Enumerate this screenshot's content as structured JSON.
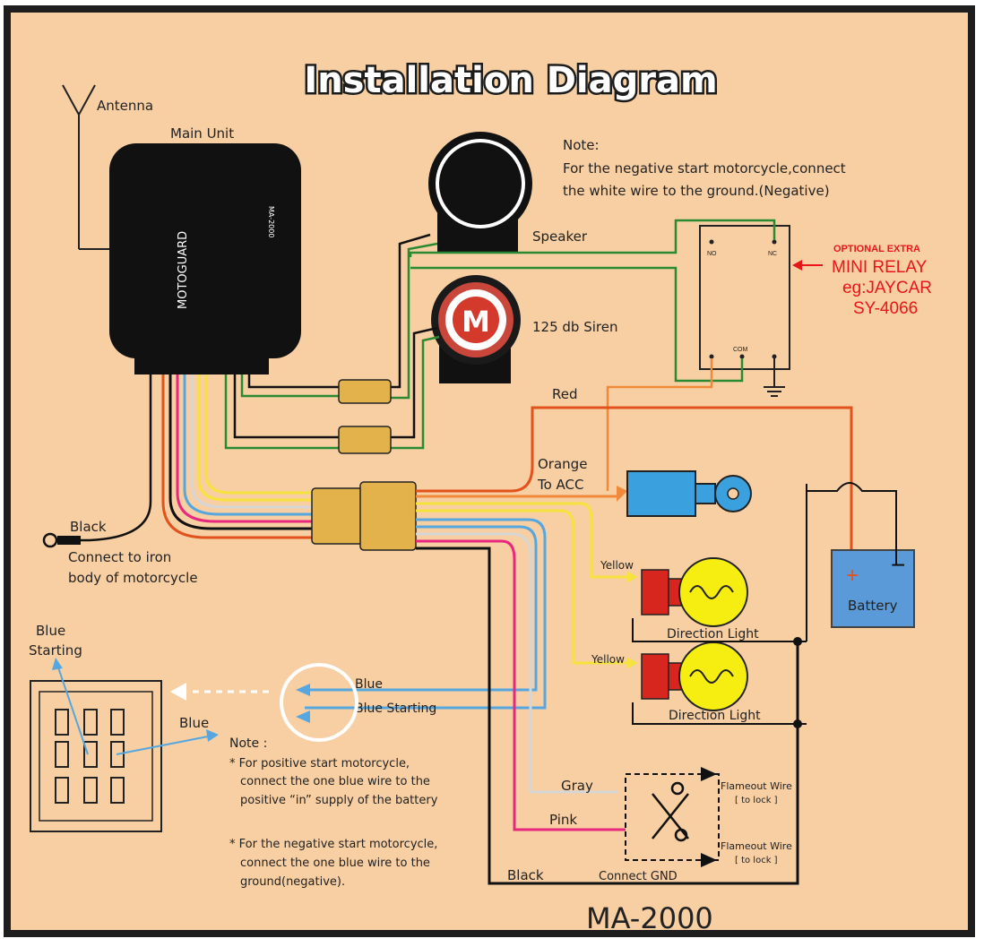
{
  "title": "Installation Diagram",
  "model": "MA-2000",
  "antenna_label": "Antenna",
  "main_unit": {
    "label": "Main Unit",
    "brand": "MOTOGUARD",
    "model_small": "MA-2000"
  },
  "speaker_label": "Speaker",
  "siren_label": "125 db Siren",
  "siren_logo": "M",
  "note_top": {
    "heading": "Note:",
    "line1": "For the negative start motorcycle,connect",
    "line2": "the white wire to the ground.(Negative)"
  },
  "relay": {
    "optional": "OPTIONAL EXTRA",
    "name": "MINI RELAY",
    "example1": "eg:JAYCAR",
    "example2": "SY-4066",
    "pin_no": "NO",
    "pin_nc": "NC",
    "pin_com": "COM"
  },
  "wires": {
    "red": "Red",
    "orange": "Orange",
    "to_acc": "To ACC",
    "yellow1": "Yellow",
    "yellow2": "Yellow",
    "blue": "Blue",
    "blue_starting": "Blue Starting",
    "gray": "Gray",
    "pink": "Pink",
    "black_bottom": "Black",
    "connect_gnd": "Connect GND"
  },
  "ground": {
    "black": "Black",
    "line1": "Connect to iron",
    "line2": "body of motorcycle"
  },
  "battery_label": "Battery",
  "battery_plus": "+",
  "battery_minus": "−",
  "direction_light": "Direction Light",
  "flameout": {
    "label": "Flameout Wire",
    "sub": "[ to lock ]"
  },
  "switch": {
    "blue_starting1": "Blue",
    "blue_starting2": "Starting",
    "blue": "Blue"
  },
  "note_bottom": {
    "heading": "Note :",
    "p1l1": "* For positive start motorcycle,",
    "p1l2": "connect the one blue wire to the",
    "p1l3": "positive  “in” supply of the battery",
    "p2l1": "* For the negative start motorcycle,",
    "p2l2": "connect the one blue wire to the",
    "p2l3": "ground(negative)."
  },
  "colors": {
    "background": "#f8cfa3",
    "frame": "#1e1e1e",
    "red_wire": "#e2521d",
    "orange_wire": "#f08a3a",
    "yellow_wire": "#f5e23c",
    "blue_wire": "#56a7e0",
    "green_wire": "#2a8a34",
    "pink_wire": "#e8287e",
    "gray_wire": "#d6d6d6",
    "battery": "#5b9ad9",
    "acc_key": "#3aa0de",
    "bulb": "#f6ee10",
    "relay_text": "#e8151b"
  }
}
